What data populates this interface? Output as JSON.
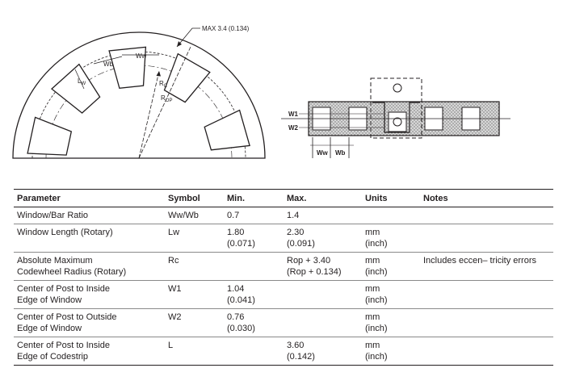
{
  "diagram": {
    "rotary": {
      "max_label": "MAX 3.4 (0.134)",
      "ww": "Ww",
      "wb": "Wb",
      "lw_main": "L",
      "lw_sub": "W",
      "rc_main": "R",
      "rc_sub": "C",
      "rop_main": "R",
      "rop_sub": "OP"
    },
    "linear": {
      "w1": "W1",
      "w2": "W2",
      "ww": "Ww",
      "wb": "Wb"
    }
  },
  "table": {
    "headers": [
      "Parameter",
      "Symbol",
      "Min.",
      "Max.",
      "Units",
      "Notes"
    ],
    "rows": [
      {
        "param1": "Window/Bar Ratio",
        "param2": "",
        "symbol": "Ww/Wb",
        "min1": "0.7",
        "min2": "",
        "max1": "1.4",
        "max2": "",
        "units1": "",
        "units2": "",
        "notes": ""
      },
      {
        "param1": "Window Length (Rotary)",
        "param2": "",
        "symbol": "Lw",
        "min1": "1.80",
        "min2": "(0.071)",
        "max1": "2.30",
        "max2": "(0.091)",
        "units1": "mm",
        "units2": "(inch)",
        "notes": ""
      },
      {
        "param1": "Absolute Maximum",
        "param2": "Codewheel Radius (Rotary)",
        "symbol": "Rc",
        "min1": "",
        "min2": "",
        "max1": "Rop + 3.40",
        "max2": "(Rop + 0.134)",
        "units1": "mm",
        "units2": "(inch)",
        "notes": "Includes eccen– tricity errors"
      },
      {
        "param1": "Center of Post to Inside",
        "param2": "Edge of Window",
        "symbol": "W1",
        "min1": "1.04",
        "min2": "(0.041)",
        "max1": "",
        "max2": "",
        "units1": "mm",
        "units2": "(inch)",
        "notes": ""
      },
      {
        "param1": "Center of Post to Outside",
        "param2": "Edge of Window",
        "symbol": "W2",
        "min1": "0.76",
        "min2": "(0.030)",
        "max1": "",
        "max2": "",
        "units1": "mm",
        "units2": "(inch)",
        "notes": ""
      },
      {
        "param1": "Center of Post to Inside",
        "param2": "Edge of Codestrip",
        "symbol": "L",
        "min1": "",
        "min2": "",
        "max1": "3.60",
        "max2": "(0.142)",
        "units1": "mm",
        "units2": "(inch)",
        "notes": ""
      }
    ]
  }
}
